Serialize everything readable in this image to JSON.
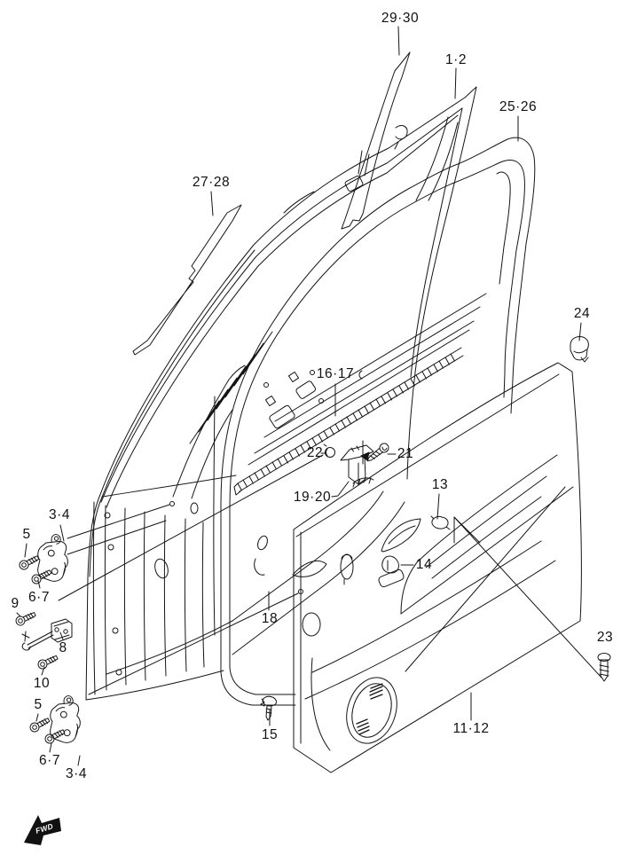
{
  "diagram": {
    "title": "front door assembly exploded parts diagram",
    "background": "#ffffff",
    "line_color": "#151515",
    "fwd_marker": "FWD",
    "labels": {
      "p29_30": "29·30",
      "p1_2": "1·2",
      "p25_26": "25·26",
      "p27_28": "27·28",
      "p24": "24",
      "p16_17": "16·17",
      "p22": "22",
      "p21": "21",
      "p19_20": "19·20",
      "p13": "13",
      "p14": "14",
      "p18": "18",
      "p15": "15",
      "p11_12": "11·12",
      "p23": "23",
      "p3_4_upper": "3·4",
      "p5_upper": "5",
      "p6_7_upper": "6·7",
      "p9": "9",
      "p8": "8",
      "p10": "10",
      "p5_lower": "5",
      "p6_7_lower": "6·7",
      "p3_4_lower": "3·4"
    }
  }
}
